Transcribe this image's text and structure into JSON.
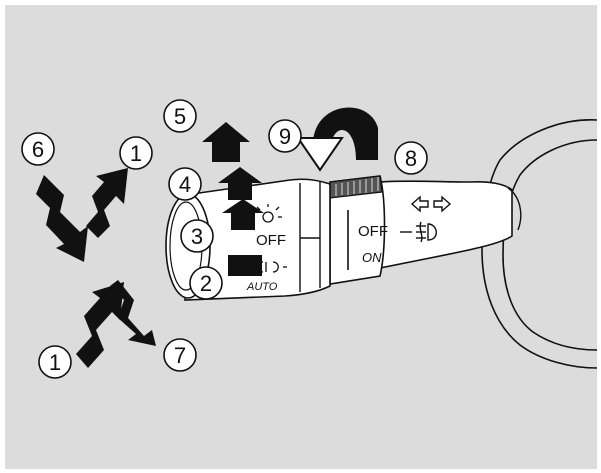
{
  "diagram": {
    "callouts": [
      {
        "id": "c1a",
        "label": "1"
      },
      {
        "id": "c1b",
        "label": "1"
      },
      {
        "id": "c2",
        "label": "2"
      },
      {
        "id": "c3",
        "label": "3"
      },
      {
        "id": "c4",
        "label": "4"
      },
      {
        "id": "c5",
        "label": "5"
      },
      {
        "id": "c6",
        "label": "6"
      },
      {
        "id": "c7",
        "label": "7"
      },
      {
        "id": "c8",
        "label": "8"
      },
      {
        "id": "c9",
        "label": "9"
      }
    ],
    "switch_labels": {
      "headlight_off": "OFF",
      "auto": "AUTO",
      "fog_off": "OFF",
      "fog_on": "ON"
    },
    "colors": {
      "background": "#dcdcdc",
      "frame": "#ffffff",
      "stalk_fill": "#ffffff",
      "outline": "#111111",
      "arrow": "#111111"
    }
  }
}
